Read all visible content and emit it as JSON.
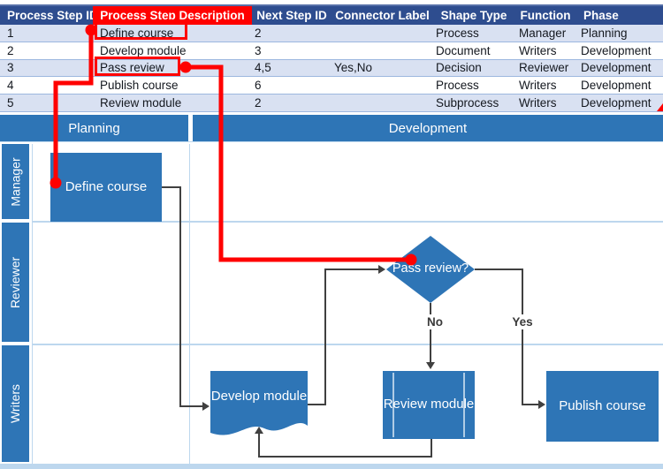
{
  "table": {
    "headers": [
      "Process Step ID",
      "Process Step Description",
      "Next Step ID",
      "Connector Label",
      "Shape Type",
      "Function",
      "Phase"
    ],
    "rows": [
      [
        "1",
        "Define course",
        "2",
        "",
        "Process",
        "Manager",
        "Planning"
      ],
      [
        "2",
        "Develop module",
        "3",
        "",
        "Document",
        "Writers",
        "Development"
      ],
      [
        "3",
        "Pass review",
        "4,5",
        "Yes,No",
        "Decision",
        "Reviewer",
        "Development"
      ],
      [
        "4",
        "Publish course",
        "6",
        "",
        "Process",
        "Writers",
        "Development"
      ],
      [
        "5",
        "Review module",
        "2",
        "",
        "Subprocess",
        "Writers",
        "Development"
      ]
    ]
  },
  "diagram": {
    "phases": [
      "Planning",
      "Development"
    ],
    "lanes": [
      "Manager",
      "Reviewer",
      "Writers"
    ],
    "shapes": {
      "define_course": "Define course",
      "develop_module": "Develop module",
      "pass_review": "Pass review?",
      "review_module": "Review module",
      "publish_course": "Publish course"
    },
    "connector_labels": {
      "no": "No",
      "yes": "Yes"
    }
  },
  "colors": {
    "accent_blue": "#2E75B6",
    "table_header_blue": "#2E4D8F",
    "row_band_blue": "#D9E1F2",
    "lane_line_blue": "#BDD7EE",
    "annotation_red": "#FF0000",
    "connector_gray": "#404040"
  }
}
